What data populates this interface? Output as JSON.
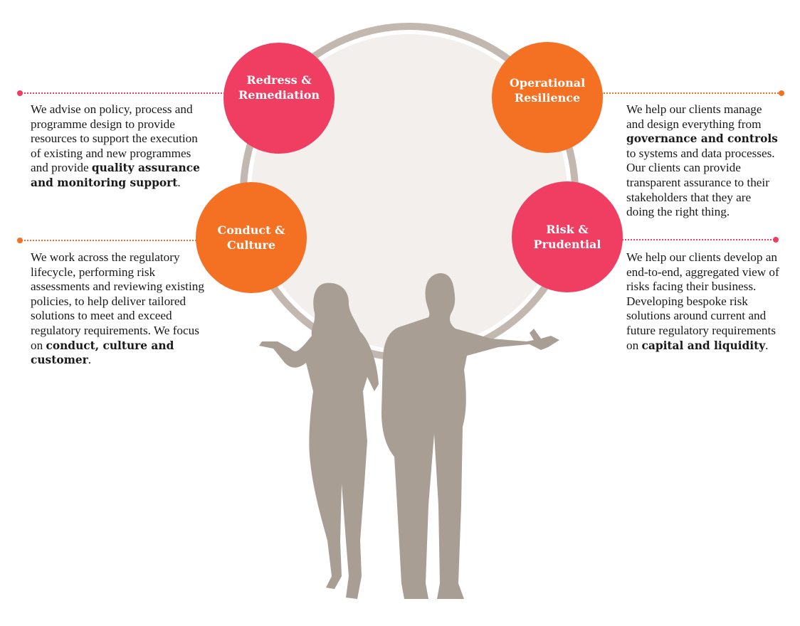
{
  "colors": {
    "pink": "#f03e62",
    "orange": "#f47124",
    "silhouette": "#a89e94",
    "ring": "#c3b8af",
    "circle_fill": "#f2efec"
  },
  "bubbles": {
    "redress": {
      "line1": "Redress &",
      "line2": "Remediation"
    },
    "operational": {
      "line1": "Operational",
      "line2": "Resilience"
    },
    "conduct": {
      "line1": "Conduct &",
      "line2": "Culture"
    },
    "risk": {
      "line1": "Risk &",
      "line2": "Prudential"
    }
  },
  "descriptions": {
    "redress": {
      "t1": "We advise on policy, process and programme design to provide resources to support the execution of existing and new programmes and provide ",
      "b1": "quality assurance and monitoring support",
      "t2": "."
    },
    "conduct": {
      "t1": "We work across the regulatory lifecycle, performing risk assessments and reviewing existing policies, to help deliver tailored solutions to meet and exceed regulatory requirements. We focus on ",
      "b1": "conduct, culture and customer",
      "t2": "."
    },
    "operational": {
      "t1": "We help our clients manage and design everything from ",
      "b1": "governance and controls",
      "t2": " to systems and data processes. Our clients can provide transparent assurance to their stakeholders that they are doing the right thing."
    },
    "risk": {
      "t1": "We help our clients develop an end-to-end, aggregated view of risks facing their business. Developing bespoke risk solutions around current and future regulatory requirements on ",
      "b1": "capital and liquidity",
      "t2": "."
    }
  }
}
